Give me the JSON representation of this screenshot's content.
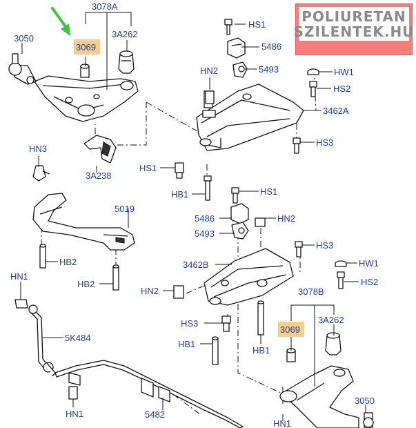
{
  "watermark": {
    "line1": "POLIURETAN",
    "line2": "SZILENTEK.HU",
    "box_color": "#f77d7d"
  },
  "callouts": {
    "label_color": "#1f3f9a",
    "highlight_color": "#f5cf8e",
    "arrow_color": "#3ec43e",
    "labels": {
      "l_3078A": "3078A",
      "l_3069_top": "3069",
      "l_3A262_top": "3A262",
      "l_3050_top": "3050",
      "l_HS1_a": "HS1",
      "l_5486_a": "5486",
      "l_HN2_a": "HN2",
      "l_5493_a": "5493",
      "l_HW1_a": "HW1",
      "l_HS2_a": "HS2",
      "l_3462A": "3462A",
      "l_HS3_a": "HS3",
      "l_3A238": "3A238",
      "l_HS1_b": "HS1",
      "l_HB1_a": "HB1",
      "l_HS1_c": "HS1",
      "l_HN3": "HN3",
      "l_5019": "5019",
      "l_5486_b": "5486",
      "l_HN2_b": "HN2",
      "l_5493_b": "5493",
      "l_HS3_b": "HS3",
      "l_3462B": "3462B",
      "l_HW1_b": "HW1",
      "l_HB2_a": "HB2",
      "l_HS2_b": "HS2",
      "l_HB2_b": "HB2",
      "l_HN2_c": "HN2",
      "l_HN1_a": "HN1",
      "l_3078B": "3078B",
      "l_5K484": "5K484",
      "l_HS3_c": "HS3",
      "l_3069_bot": "3069",
      "l_3A262_bot": "3A262",
      "l_HB1_b": "HB1",
      "l_HB1_c": "HB1",
      "l_HN1_b": "HN1",
      "l_5482": "5482",
      "l_3050_bot": "3050",
      "l_HN1_c": "HN1"
    }
  }
}
